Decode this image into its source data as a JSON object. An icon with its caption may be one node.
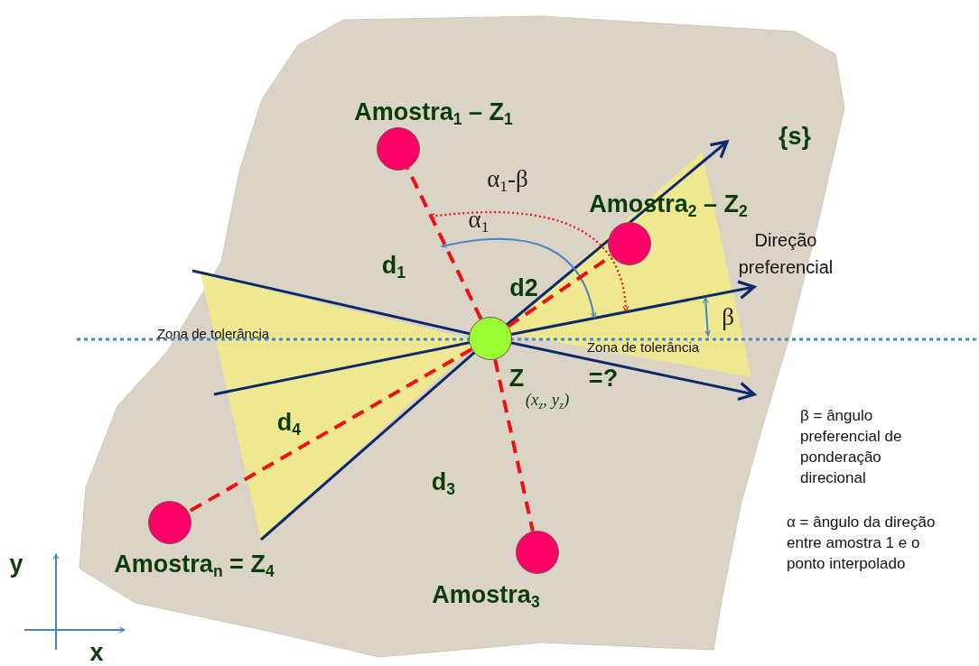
{
  "diagram": {
    "nodes": [
      {
        "text": [
          "Amostra$_{1}$ – Z$_{1}$"
        ]
      },
      {
        "text": [
          "Amostra$_{2}$ – Z$_{2}$"
        ]
      },
      {
        "text": [
          "Amostra$_{3}$"
        ]
      },
      {
        "text": [
          "Amostra$_{n}$ = Z$_{4}$"
        ]
      },
      {
        "text": [
          "Z",
          "(x$_{z}$, y$_{z}$)",
          "=?"
        ]
      }
    ],
    "edges": [
      {
        "from": 4,
        "to": 0,
        "arrow": "none",
        "label": "d$_{1}$",
        "style": "dashed"
      },
      {
        "from": 4,
        "to": 1,
        "arrow": "none",
        "label": "d2",
        "style": "dashed"
      },
      {
        "from": 4,
        "to": 2,
        "arrow": "none",
        "label": "d$_{3}$",
        "style": "dashed"
      },
      {
        "from": 4,
        "to": 3,
        "arrow": "none",
        "label": "d$_{4}$",
        "style": "dashed"
      }
    ],
    "labels": [
      "{s}",
      "α$_{1}$-β",
      "α$_{1}$",
      "Direção preferencial",
      "β",
      "Zona de tolerância",
      "Zona de tolerância",
      "β = ângulo preferencial de ponderação direcional",
      "α = ângulo da direção entre amostra 1 e o ponto interpolado",
      "y",
      "x"
    ]
  }
}
